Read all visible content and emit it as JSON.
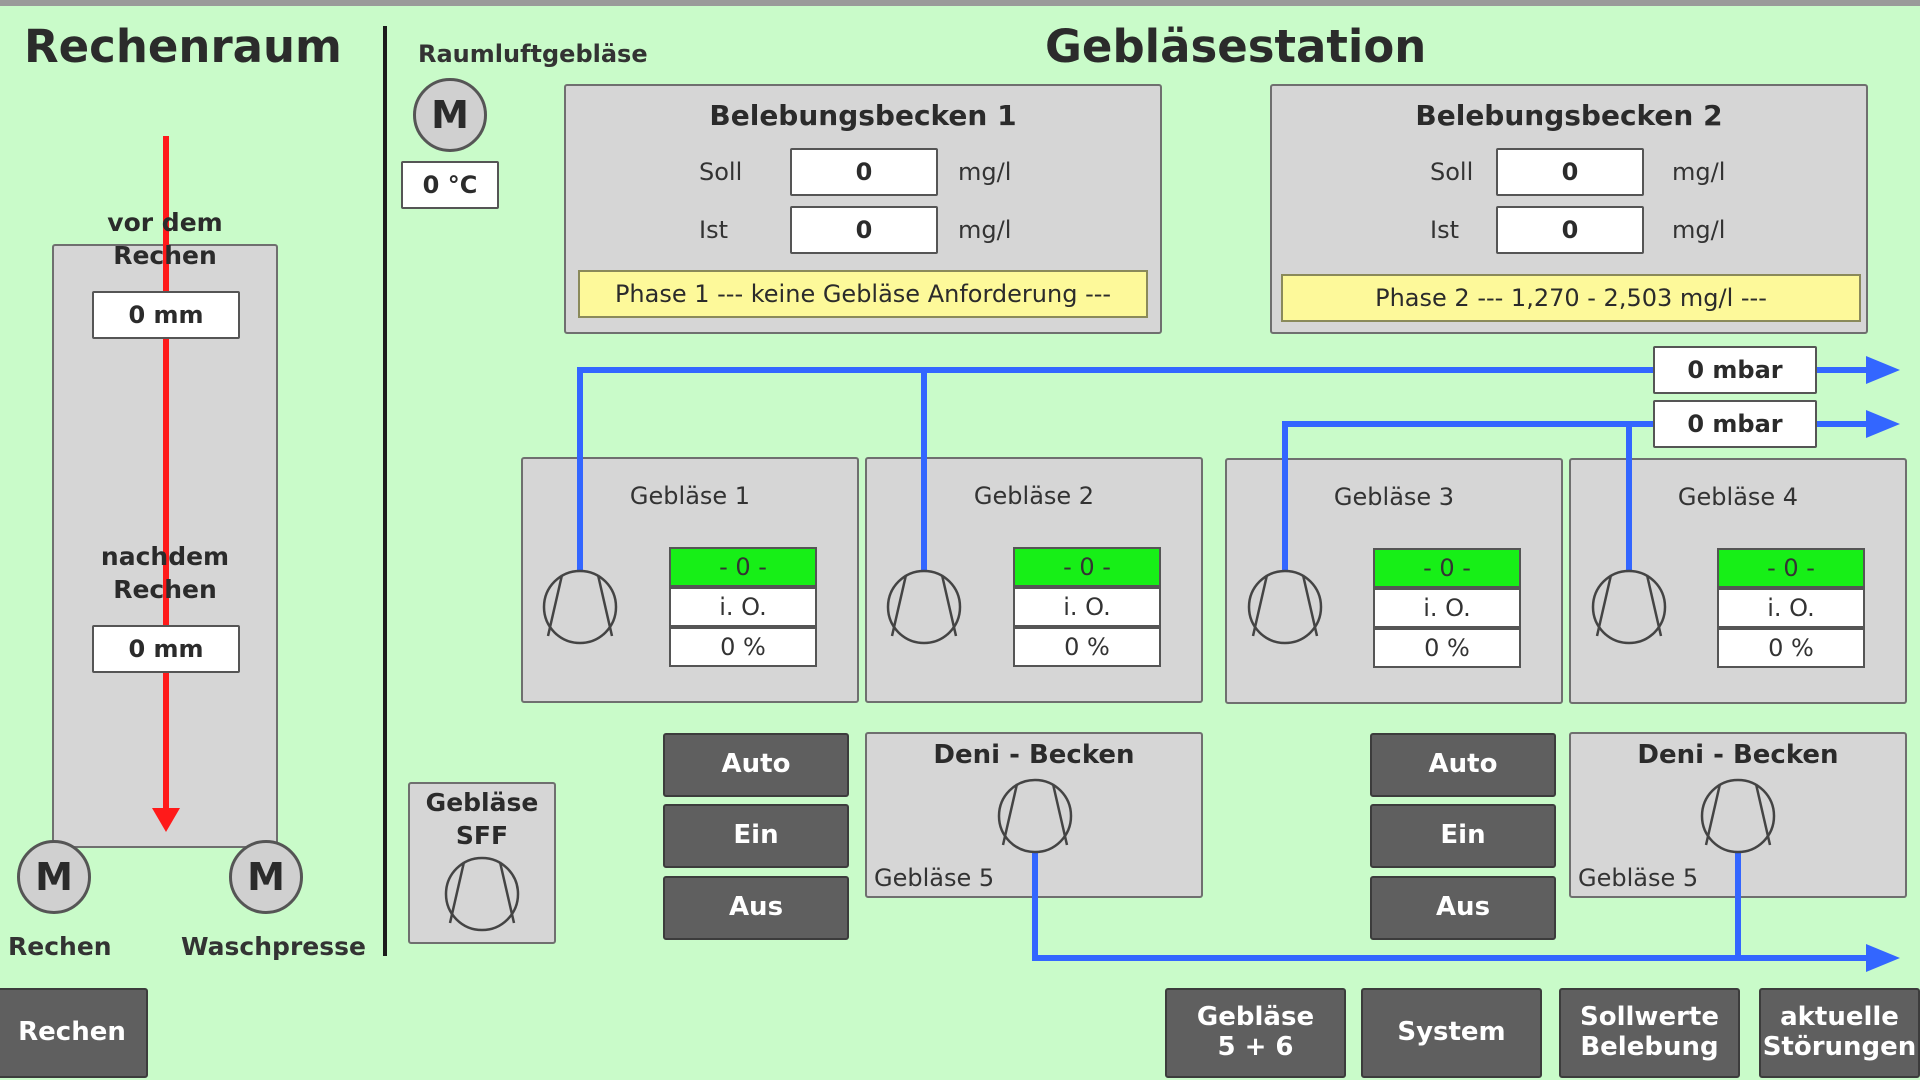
{
  "left": {
    "title": "Rechenraum",
    "before_label": "vor dem\nRechen",
    "before_value": "0 mm",
    "after_label": "nachdem\nRechen",
    "after_value": "0 mm",
    "motor1_letter": "M",
    "motor1_label": "Rechen",
    "motor2_letter": "M",
    "motor2_label": "Waschpresse"
  },
  "room_fan": {
    "label": "Raumluftgebläse",
    "motor_letter": "M",
    "temperature": "0 °C"
  },
  "main_title": "Gebläsestation",
  "basins": [
    {
      "title": "Belebungsbecken 1",
      "soll_label": "Soll",
      "soll_value": "0",
      "ist_label": "Ist",
      "ist_value": "0",
      "unit": "mg/l",
      "phase": "Phase 1 --- keine Gebläse Anforderung ---"
    },
    {
      "title": "Belebungsbecken 2",
      "soll_label": "Soll",
      "soll_value": "0",
      "ist_label": "Ist",
      "ist_value": "0",
      "unit": "mg/l",
      "phase": "Phase 2 --- 1,270 - 2,503 mg/l ---"
    }
  ],
  "pressures": [
    "0 mbar",
    "0 mbar"
  ],
  "blowers": [
    {
      "title": "Gebläse 1",
      "status": "- 0 -",
      "state": "i. O.",
      "percent": "0 %"
    },
    {
      "title": "Gebläse 2",
      "status": "- 0 -",
      "state": "i. O.",
      "percent": "0 %"
    },
    {
      "title": "Gebläse 3",
      "status": "- 0 -",
      "state": "i. O.",
      "percent": "0 %"
    },
    {
      "title": "Gebläse 4",
      "status": "- 0 -",
      "state": "i. O.",
      "percent": "0 %"
    }
  ],
  "sff": {
    "title": "Gebläse\nSFF"
  },
  "mode_groups": [
    {
      "auto": "Auto",
      "ein": "Ein",
      "aus": "Aus"
    },
    {
      "auto": "Auto",
      "ein": "Ein",
      "aus": "Aus"
    }
  ],
  "deni": [
    {
      "title": "Deni - Becken",
      "sub": "Gebläse 5"
    },
    {
      "title": "Deni - Becken",
      "sub": "Gebläse 5"
    }
  ],
  "nav": {
    "rechen": "Rechen",
    "geblaese56": "Gebläse\n5 + 6",
    "system": "System",
    "sollwerte": "Sollwerte\nBelebung",
    "stoerungen": "aktuelle\nStörungen"
  },
  "colors": {
    "pipe": "#3366ff",
    "arrow": "#ff1a1a",
    "background": "#c9fbc9",
    "running": "#17ef17"
  }
}
